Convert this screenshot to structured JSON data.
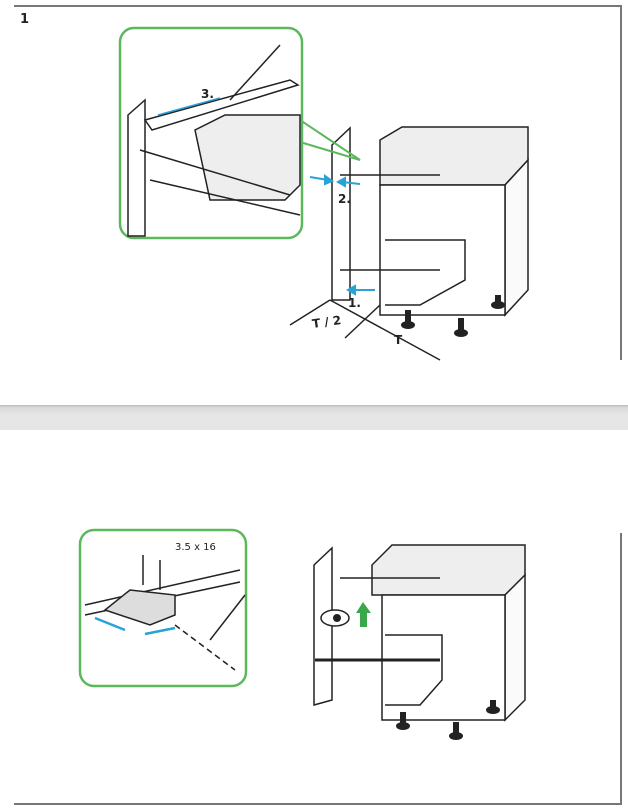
{
  "step1": {
    "number": "1",
    "callouts": {
      "c3": "3.",
      "c2": "2.",
      "c1": "1."
    },
    "dimensions": {
      "half_depth": "T / 2",
      "depth": "T"
    }
  },
  "step2": {
    "screw_spec": "3.5 x 16"
  },
  "colors": {
    "callout_border": "#5cb85c",
    "arrow_blue": "#29a3d6",
    "arrow_green": "#3aa84a"
  }
}
